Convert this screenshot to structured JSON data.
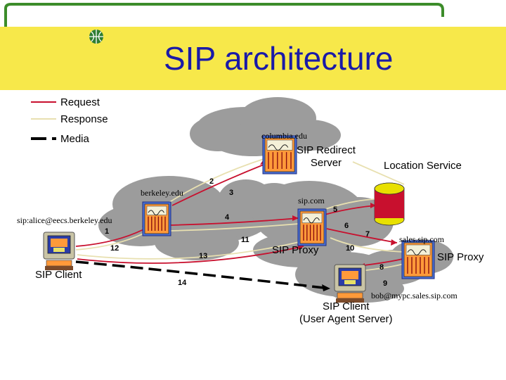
{
  "title": "SIP architecture",
  "colors": {
    "banner": "#f7e84a",
    "title_text": "#1a1aa8",
    "request": "#c8102e",
    "response": "#e8e0b0",
    "media": "#000000",
    "server_body": "#ff9a3a",
    "cloud": "#9c9c9c"
  },
  "legend": {
    "request": "Request",
    "response": "Response",
    "media": "Media"
  },
  "nodes": {
    "redirect_domain": "columbia.edu",
    "redirect_server": [
      "SIP Redirect",
      "Server"
    ],
    "location_service": "Location Service",
    "berkeley_domain": "berkeley.edu",
    "alice_address": "sip:alice@eecs.berkeley.edu",
    "client_left": "SIP Client",
    "proxy_center_domain": "sip.com",
    "proxy_center": "SIP Proxy",
    "sales_domain": "sales.sip.com",
    "proxy_right": "SIP Proxy",
    "bob_address": "bob@mypc.sales.sip.com",
    "client_right": [
      "SIP Client",
      "(User Agent Server)"
    ]
  },
  "steps": [
    "1",
    "2",
    "3",
    "4",
    "5",
    "6",
    "7",
    "8",
    "9",
    "10",
    "11",
    "12",
    "13",
    "14"
  ]
}
